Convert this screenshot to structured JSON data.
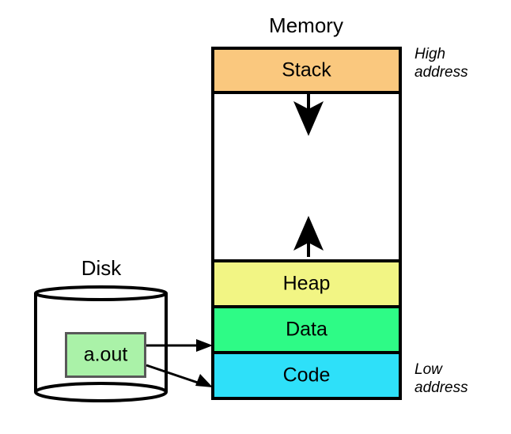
{
  "diagram": {
    "titles": {
      "memory": "Memory",
      "disk": "Disk"
    },
    "annotations": {
      "high_address": "High\naddress",
      "low_address": "Low\naddress"
    },
    "memory_segments": [
      {
        "label": "Stack",
        "color": "#fac87e"
      },
      {
        "label": "",
        "color": "#ffffff"
      },
      {
        "label": "Heap",
        "color": "#f2f584"
      },
      {
        "label": "Data",
        "color": "#2efb86"
      },
      {
        "label": "Code",
        "color": "#2ee0f9"
      }
    ],
    "disk": {
      "file_label": "a.out",
      "file_fill": "#aaf2a8",
      "file_border": "#595959"
    },
    "growth_arrows": [
      {
        "name": "stack-grows-down",
        "direction": "down"
      },
      {
        "name": "heap-grows-up",
        "direction": "up"
      }
    ],
    "load_arrows": [
      {
        "name": "aout-to-data",
        "from": "a.out",
        "to": "Data"
      },
      {
        "name": "aout-to-code",
        "from": "a.out",
        "to": "Code"
      }
    ],
    "stroke_color": "#000000"
  }
}
